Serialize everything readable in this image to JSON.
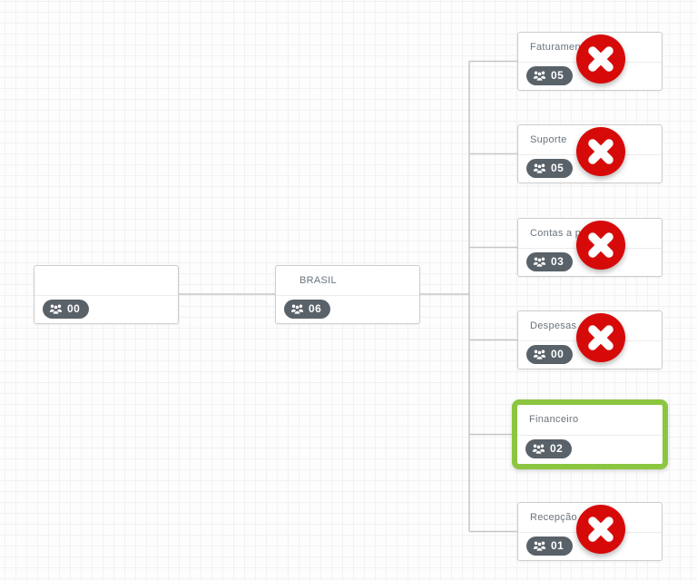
{
  "canvas": {
    "background": "#fdfdfd",
    "grid_line_color": "#f2f2f5"
  },
  "palette": {
    "node_border": "#cdcdcd",
    "connector_line": "#c6c6c6",
    "selected_node_border": "#8cc641",
    "delete_button_red": "#d70a0a",
    "badge_background": "#596169",
    "badge_text": "#ffffff",
    "node_title_color": "#6a737c"
  },
  "icons": {
    "users_icon": "group of people glyph shown on every member-count badge",
    "x_circle_icon": "white X inside red circle (delete node button)"
  },
  "org_chart": {
    "nodes": [
      {
        "id": "root",
        "title": "",
        "member_count": "00",
        "delete_button": false,
        "selected": false
      },
      {
        "id": "brasil",
        "title": "BRASIL",
        "member_count": "06",
        "delete_button": false,
        "selected": false
      },
      {
        "id": "faturamento",
        "title": "Faturamento",
        "member_count": "05",
        "delete_button": true,
        "selected": false
      },
      {
        "id": "suporte",
        "title": "Suporte",
        "member_count": "05",
        "delete_button": true,
        "selected": false
      },
      {
        "id": "contas_a_pagar",
        "title": "Contas a pagar",
        "member_count": "03",
        "delete_button": true,
        "selected": false
      },
      {
        "id": "despesas",
        "title": "Despesas",
        "member_count": "00",
        "delete_button": true,
        "selected": false
      },
      {
        "id": "financeiro",
        "title": "Financeiro",
        "member_count": "02",
        "delete_button": false,
        "selected": true
      },
      {
        "id": "recepcao",
        "title": "Recepção",
        "member_count": "01",
        "delete_button": true,
        "selected": false
      }
    ]
  }
}
